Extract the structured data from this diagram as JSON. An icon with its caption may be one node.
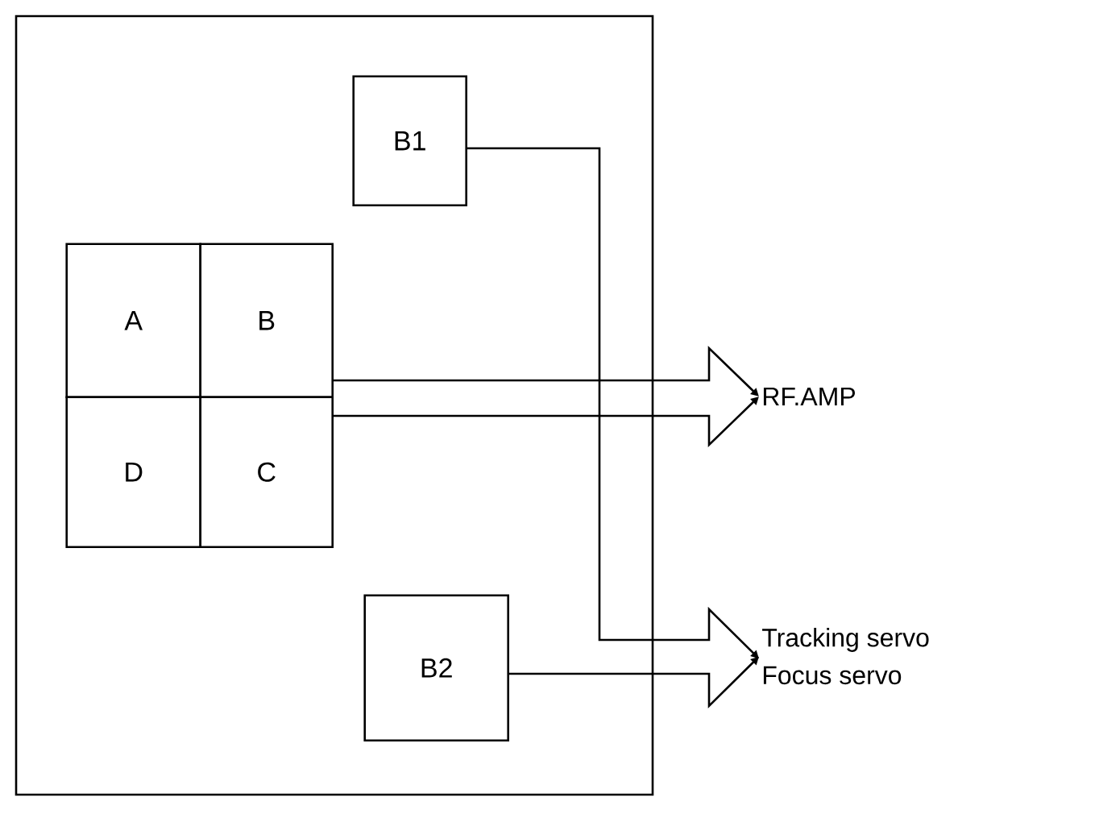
{
  "diagram": {
    "nodes": [
      {
        "text": [],
        "shape": "box"
      },
      {
        "text": [
          "B1"
        ],
        "in": 0
      },
      {
        "text": [
          "A"
        ],
        "in": 0
      },
      {
        "text": [
          "B"
        ],
        "in": 0
      },
      {
        "text": [
          "D"
        ],
        "in": 0
      },
      {
        "text": [
          "C"
        ],
        "in": 0
      },
      {
        "text": [
          "B2"
        ],
        "in": 0
      },
      {
        "text": [
          "RF.AMP"
        ]
      },
      {
        "text": [
          "Tracking servo"
        ]
      },
      {
        "text": [
          "Focus servo"
        ]
      }
    ],
    "edges": [
      {
        "from": 3,
        "to": 7,
        "arrow": "to"
      },
      {
        "from": 5,
        "to": 7,
        "arrow": "to"
      },
      {
        "from": 1,
        "to": 8,
        "arrow": "to"
      },
      {
        "from": 6,
        "to": 9,
        "arrow": "to"
      }
    ]
  }
}
